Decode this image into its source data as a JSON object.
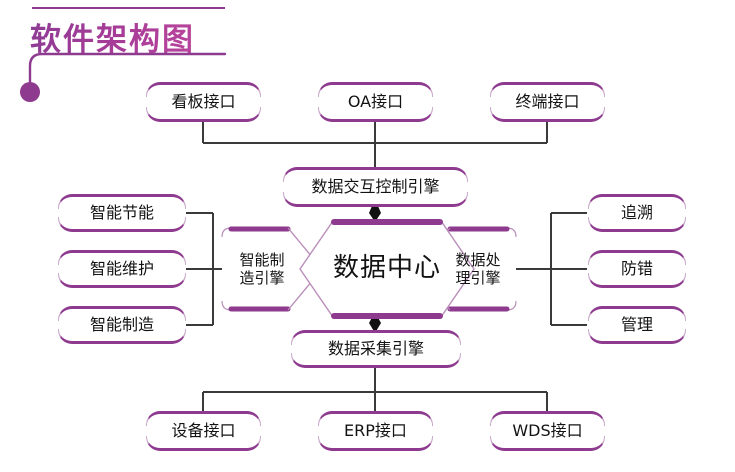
{
  "title": {
    "text": "软件架构图"
  },
  "colors": {
    "accent_purple": "#8e3a8e",
    "title_purple": "#a23a97",
    "connector_gray": "#3a3a3a",
    "box_side_light": "#c9a9c9",
    "background": "#ffffff"
  },
  "diagram": {
    "type": "software-architecture-block-diagram",
    "top_row": [
      {
        "label": "看板接口"
      },
      {
        "label": "OA接口"
      },
      {
        "label": "终端接口"
      }
    ],
    "upper_engine": {
      "label": "数据交互控制引擎"
    },
    "center": {
      "left_engine": {
        "label": "智能制造引擎",
        "line1": "智能制",
        "line2": "造引擎"
      },
      "core": {
        "label": "数据中心"
      },
      "right_engine": {
        "label": "数据处理引擎",
        "line1": "数据处",
        "line2": "理引擎"
      }
    },
    "left_column": [
      {
        "label": "智能节能"
      },
      {
        "label": "智能维护"
      },
      {
        "label": "智能制造"
      }
    ],
    "right_column": [
      {
        "label": "追溯"
      },
      {
        "label": "防错"
      },
      {
        "label": "管理"
      }
    ],
    "lower_engine": {
      "label": "数据采集引擎"
    },
    "bottom_row": [
      {
        "label": "设备接口"
      },
      {
        "label": "ERP接口"
      },
      {
        "label": "WDS接口"
      }
    ]
  }
}
